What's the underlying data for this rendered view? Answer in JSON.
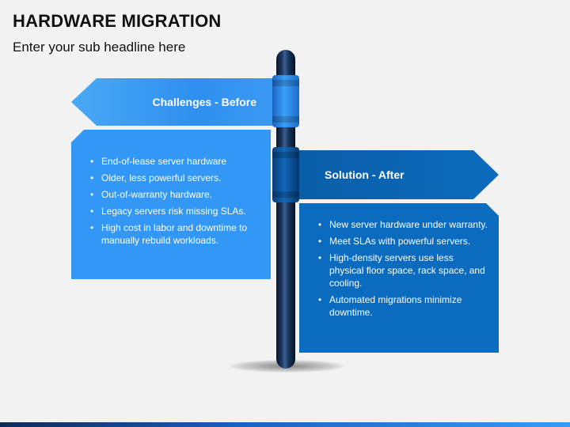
{
  "slide": {
    "title": "HARDWARE MIGRATION",
    "subtitle": "Enter your sub headline here"
  },
  "left_sign": {
    "label": "Challenges - Before",
    "color": "#3398f5",
    "items": [
      "End-of-lease server hardware",
      "Older, less powerful servers.",
      "Out-of-warranty hardware.",
      "Legacy servers risk missing SLAs.",
      "High cost in labor and downtime to manually rebuild workloads."
    ]
  },
  "right_sign": {
    "label": "Solution - After",
    "color": "#0a6bbf",
    "items": [
      "New server hardware under warranty.",
      "Meet SLAs with powerful servers.",
      "High-density servers use less physical floor space, rack space, and cooling.",
      "Automated migrations minimize downtime."
    ]
  }
}
